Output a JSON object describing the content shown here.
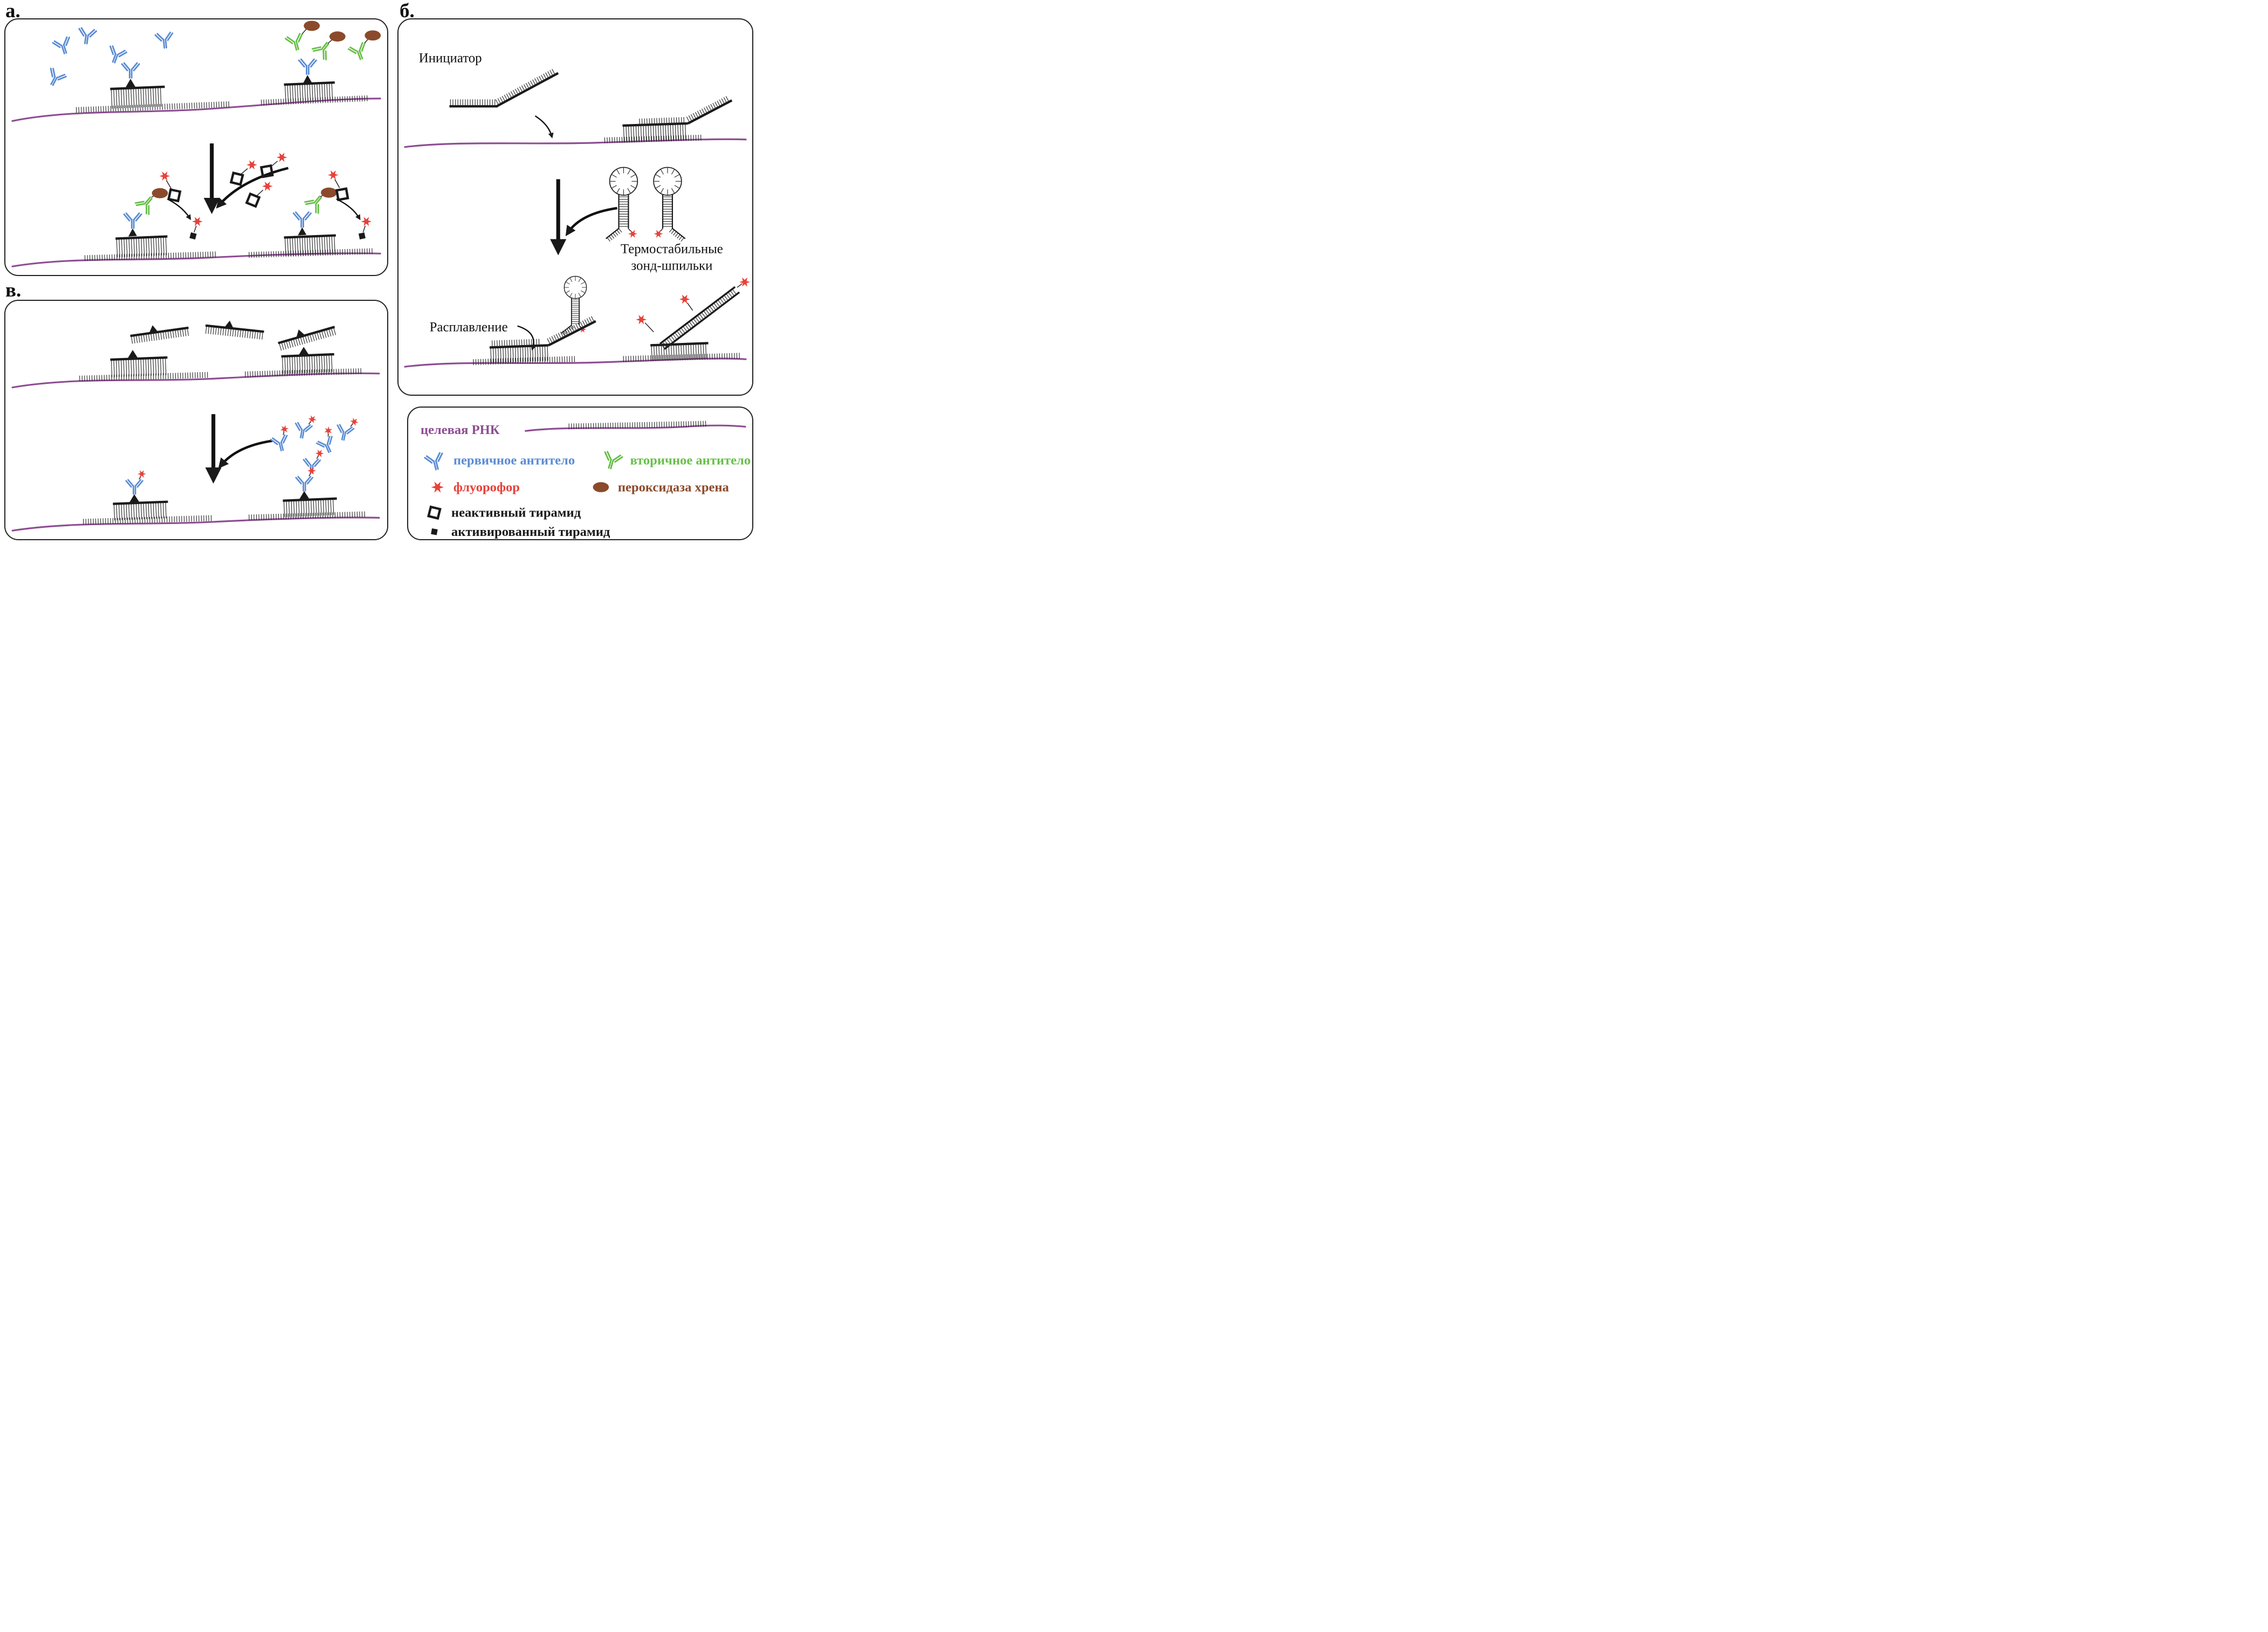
{
  "figure": {
    "panel_a_label": "а.",
    "panel_b_label": "б.",
    "panel_v_label": "в."
  },
  "panel_b": {
    "initiator": "Инициатор",
    "hairpin_line1": "Термостабильные",
    "hairpin_line2": "зонд-шпильки",
    "melting": "Расплавление"
  },
  "legend": {
    "target_rna": "целевая РНК",
    "primary_ab": "первичное антитело",
    "secondary_ab": "вторичное антитело",
    "fluorophore": "флуорофор",
    "hrp": "пероксидаза хрена",
    "tyramide_inactive": "неактивный тирамид",
    "tyramide_active": "активированный тирамид"
  },
  "colors": {
    "target_rna": "#8e4d93",
    "primary_antibody": "#5b8cd4",
    "secondary_antibody": "#67bf48",
    "fluorophore": "#e8413a",
    "hrp": "#8b4a2b",
    "tyramide": "#1a1a1a",
    "outline": "#222222"
  }
}
